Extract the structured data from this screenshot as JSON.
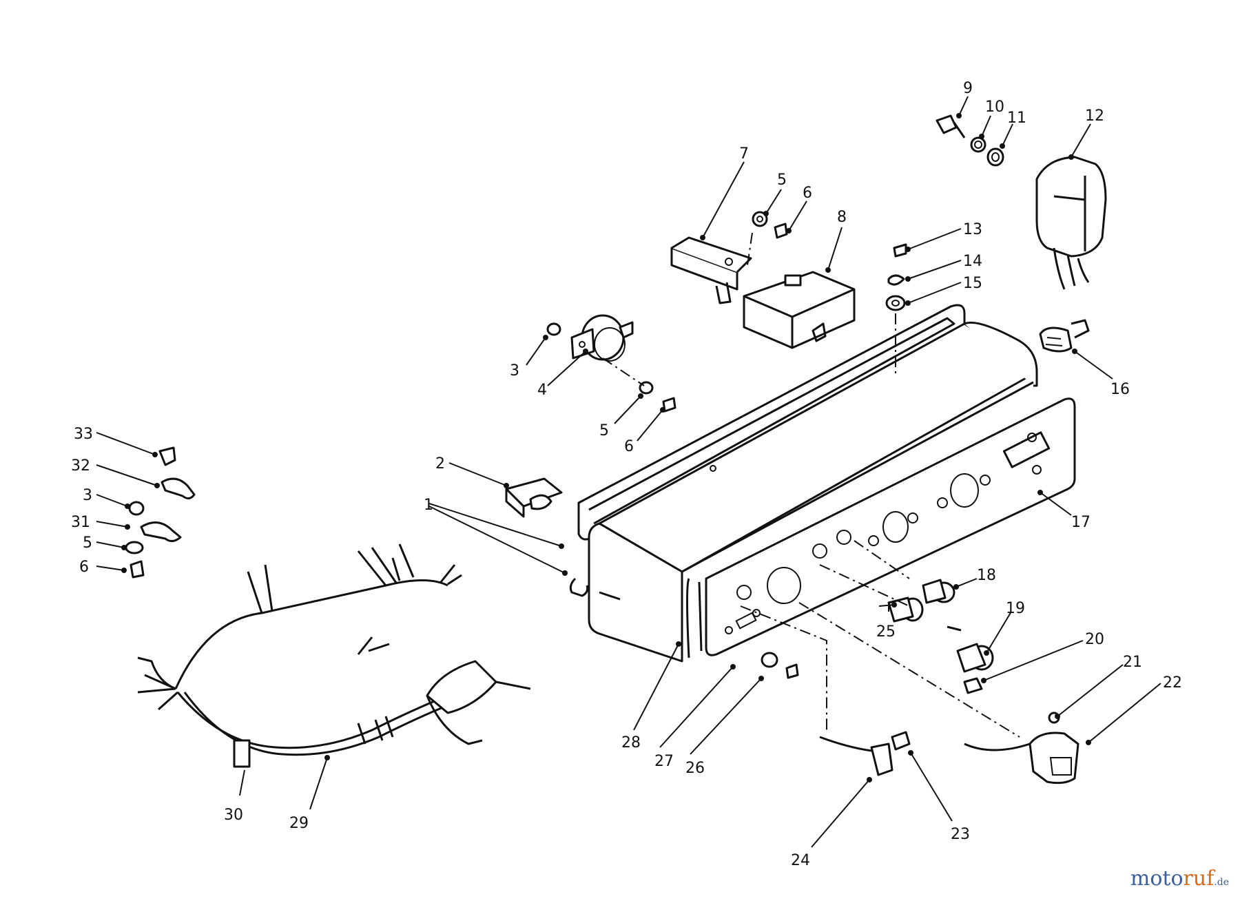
{
  "diagram": {
    "callouts": [
      "1",
      "2",
      "3",
      "4",
      "5",
      "6",
      "7",
      "8",
      "9",
      "10",
      "11",
      "12",
      "13",
      "14",
      "15",
      "16",
      "17",
      "18",
      "19",
      "20",
      "21",
      "22",
      "23",
      "24",
      "25",
      "26",
      "27",
      "28",
      "29",
      "30",
      "31",
      "32",
      "33"
    ],
    "left_column_callouts": [
      "33",
      "32",
      "3",
      "31",
      "5",
      "6"
    ],
    "repeated_callouts": [
      "5",
      "6"
    ]
  },
  "watermark": {
    "part1": "moto",
    "part2": "ruf",
    "part3": ".de"
  },
  "colors": {
    "line": "#111111",
    "watermark_blue": "#3a5fa0",
    "watermark_orange": "#d86a1a"
  }
}
